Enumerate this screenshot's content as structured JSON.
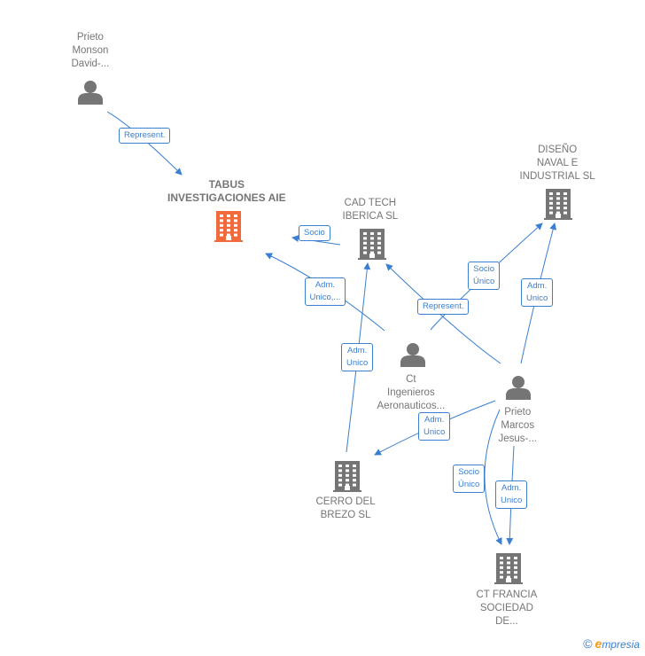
{
  "nodes": {
    "prieto_monson": {
      "label": "Prieto\nMonson\nDavid-...",
      "kind": "person"
    },
    "tabus": {
      "label": "TABUS\nINVESTIGACIONES AIE",
      "kind": "company-main"
    },
    "cad_tech": {
      "label": "CAD TECH\nIBERICA  SL",
      "kind": "company"
    },
    "diseno_naval": {
      "label": "DISEÑO\nNAVAL E\nINDUSTRIAL SL",
      "kind": "company"
    },
    "ct_ingenieros": {
      "label": "Ct\nIngenieros\nAeronauticos...",
      "kind": "person"
    },
    "prieto_marcos": {
      "label": "Prieto\nMarcos\nJesus-...",
      "kind": "person"
    },
    "cerro_brezo": {
      "label": "CERRO DEL\nBREZO  SL",
      "kind": "company"
    },
    "ct_francia": {
      "label": "CT FRANCIA\nSOCIEDAD\nDE...",
      "kind": "company"
    }
  },
  "edges": [
    {
      "label": "Represent.",
      "from": "prieto_monson",
      "to": "tabus"
    },
    {
      "label": "Socio",
      "from": "ct_ingenieros",
      "to": "cad_tech"
    },
    {
      "label": "Adm.\nUnico,...",
      "from": "ct_ingenieros",
      "to": "tabus"
    },
    {
      "label": "Represent.",
      "from": "ct_ingenieros",
      "to": "diseno_naval"
    },
    {
      "label": "Socio\nÚnico",
      "from": "prieto_marcos",
      "to": "cad_tech"
    },
    {
      "label": "Adm.\nUnico",
      "from": "prieto_marcos",
      "to": "diseno_naval"
    },
    {
      "label": "Adm.\nUnico",
      "from": "cerro_brezo",
      "to": "cad_tech"
    },
    {
      "label": "Adm.\nUnico",
      "from": "prieto_marcos",
      "to": "cerro_brezo"
    },
    {
      "label": "Socio\nÚnico",
      "from": "prieto_marcos",
      "to": "ct_francia"
    },
    {
      "label": "Adm.\nUnico",
      "from": "prieto_marcos",
      "to": "ct_francia"
    }
  ],
  "colors": {
    "edge": "#3a7fd1",
    "node": "#757575",
    "main": "#f26a3c"
  },
  "brand": {
    "copyright": "©",
    "first_letter": "e",
    "rest": "mpresia"
  }
}
